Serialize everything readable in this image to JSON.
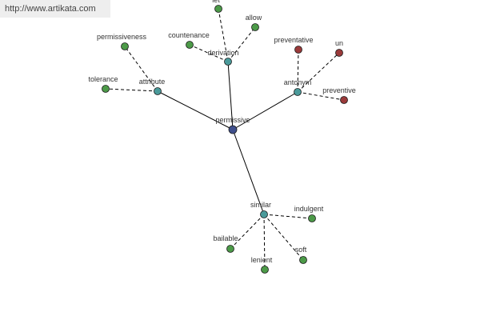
{
  "watermark": "http://www.artikata.com",
  "colors": {
    "root": "#3f4f8c",
    "relation": "#4a9a9a",
    "leaf_green": "#4c9a48",
    "leaf_red": "#9a3a3a",
    "edge": "#000000",
    "node_stroke": "#1a1a1a"
  },
  "graph": {
    "root": {
      "id": "permissive",
      "label": "permissive"
    },
    "relations": [
      {
        "id": "derivation",
        "label": "derivation",
        "leaves": [
          {
            "id": "let",
            "label": "let",
            "kind": "green"
          },
          {
            "id": "allow",
            "label": "allow",
            "kind": "green"
          },
          {
            "id": "countenance",
            "label": "countenance",
            "kind": "green"
          }
        ]
      },
      {
        "id": "attribute",
        "label": "attribute",
        "leaves": [
          {
            "id": "permissiveness",
            "label": "permissiveness",
            "kind": "green"
          },
          {
            "id": "tolerance",
            "label": "tolerance",
            "kind": "green"
          }
        ]
      },
      {
        "id": "antonym",
        "label": "antonym",
        "leaves": [
          {
            "id": "preventative",
            "label": "preventative",
            "kind": "red"
          },
          {
            "id": "un",
            "label": "un",
            "kind": "red"
          },
          {
            "id": "preventive",
            "label": "preventive",
            "kind": "red"
          }
        ]
      },
      {
        "id": "similar",
        "label": "similar",
        "leaves": [
          {
            "id": "indulgent",
            "label": "indulgent",
            "kind": "green"
          },
          {
            "id": "bailable",
            "label": "bailable",
            "kind": "green"
          },
          {
            "id": "lenient",
            "label": "lenient",
            "kind": "green"
          },
          {
            "id": "soft",
            "label": "soft",
            "kind": "green"
          }
        ]
      }
    ]
  }
}
